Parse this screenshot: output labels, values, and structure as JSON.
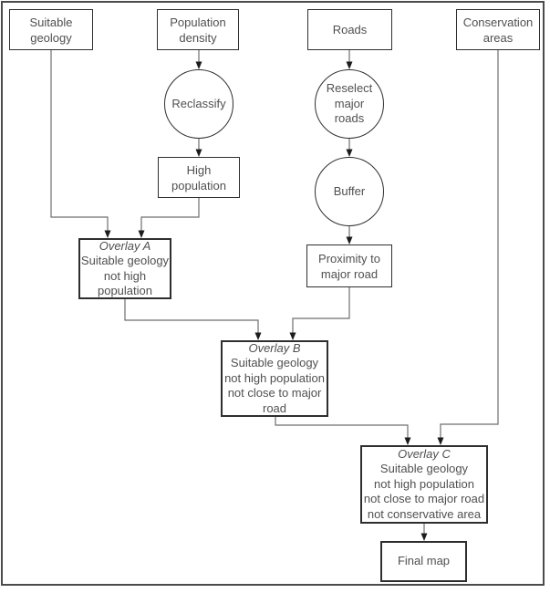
{
  "colors": {
    "background": "#ffffff",
    "text": "#505050",
    "box_border": "#2e2e2e",
    "connector": "#6e6e6e",
    "arrow": "#1c1c1c",
    "frame": "#4b4b4b"
  },
  "nodes": {
    "suitable_geology": {
      "label": "Suitable\ngeology"
    },
    "population_density": {
      "label": "Population\ndensity"
    },
    "roads": {
      "label": "Roads"
    },
    "conservation_areas": {
      "label": "Conservation\nareas"
    },
    "reclassify": {
      "label": "Reclassify"
    },
    "reselect_major_roads": {
      "label": "Reselect\nmajor\nroads"
    },
    "buffer": {
      "label": "Buffer"
    },
    "high_population": {
      "label": "High\npopulation"
    },
    "proximity_to_major_road": {
      "label": "Proximity to\nmajor road"
    },
    "overlay_a": {
      "title": "Overlay A",
      "body": "Suitable geology\nnot high\npopulation"
    },
    "overlay_b": {
      "title": "Overlay B",
      "body": "Suitable geology\nnot high population\nnot close to major\nroad"
    },
    "overlay_c": {
      "title": "Overlay C",
      "body": "Suitable geology\nnot high population\nnot close to major road\nnot conservative area"
    },
    "final_map": {
      "label": "Final map"
    }
  }
}
